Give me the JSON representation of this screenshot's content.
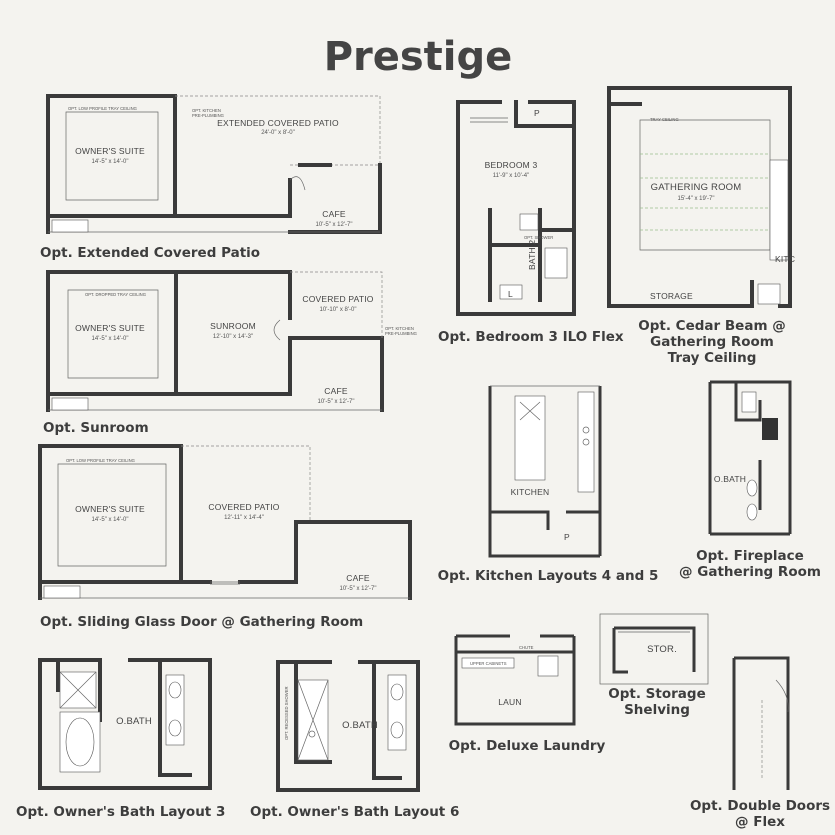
{
  "title": "Prestige",
  "captions": {
    "patio": "Opt. Extended Covered Patio",
    "sunroom": "Opt. Sunroom",
    "sliding": "Opt. Sliding Glass Door @ Gathering Room",
    "bath3": "Opt. Owner's Bath Layout 3",
    "bath6": "Opt. Owner's Bath Layout 6",
    "bedroom": "Opt. Bedroom 3 ILO Flex",
    "cedar_1": "Opt. Cedar Beam @",
    "cedar_2": "Gathering Room",
    "cedar_3": "Tray Ceiling",
    "kitchen": "Opt. Kitchen Layouts 4 and 5",
    "fireplace_1": "Opt. Fireplace",
    "fireplace_2": "@ Gathering Room",
    "laundry": "Opt. Deluxe Laundry",
    "storage_1": "Opt. Storage",
    "storage_2": "Shelving",
    "doors_1": "Opt. Double Doors",
    "doors_2": "@ Flex"
  },
  "rooms": {
    "owners_suite": "OWNER'S SUITE",
    "owners_suite_dim": "14'-5\" x 14'-0\"",
    "ext_patio": "EXTENDED COVERED PATIO",
    "ext_patio_dim": "24'-0\" x 8'-0\"",
    "cafe": "CAFE",
    "cafe_dim": "10'-5\" x 12'-7\"",
    "sunroom": "SUNROOM",
    "sunroom_dim": "12'-10\" x 14'-3\"",
    "covered_patio": "COVERED PATIO",
    "covered_patio_dim_a": "10'-10\" x 8'-0\"",
    "covered_patio_dim_b": "12'-11\" x 14'-4\"",
    "bedroom3": "BEDROOM 3",
    "bedroom3_dim": "11'-9\" x 10'-4\"",
    "bath2": "BATH 2",
    "pantry": "P",
    "linen": "L",
    "gathering": "GATHERING ROOM",
    "gathering_dim": "15'-4\" x 19'-7\"",
    "storage": "STORAGE",
    "kitchen_cut": "KITC",
    "kitchen": "KITCHEN",
    "obath": "O.BATH",
    "laun": "LAUN",
    "stor": "STOR."
  },
  "notes": {
    "low_profile": "OPT. LOW PROFILE TRAY CEILING",
    "dropped_tray": "OPT. DROPPED TRAY CEILING",
    "kitchen_plumb_1": "OPT. KITCHEN",
    "kitchen_plumb_2": "PRE-PLUMBING",
    "opt_shower": "OPT. SHOWER",
    "tray_ceiling": "TRAY CEILING",
    "recessed_shower": "OPT. RECESSED SHOWER",
    "chute": "CHUTE",
    "upper_cabinets": "UPPER CABINETS"
  }
}
